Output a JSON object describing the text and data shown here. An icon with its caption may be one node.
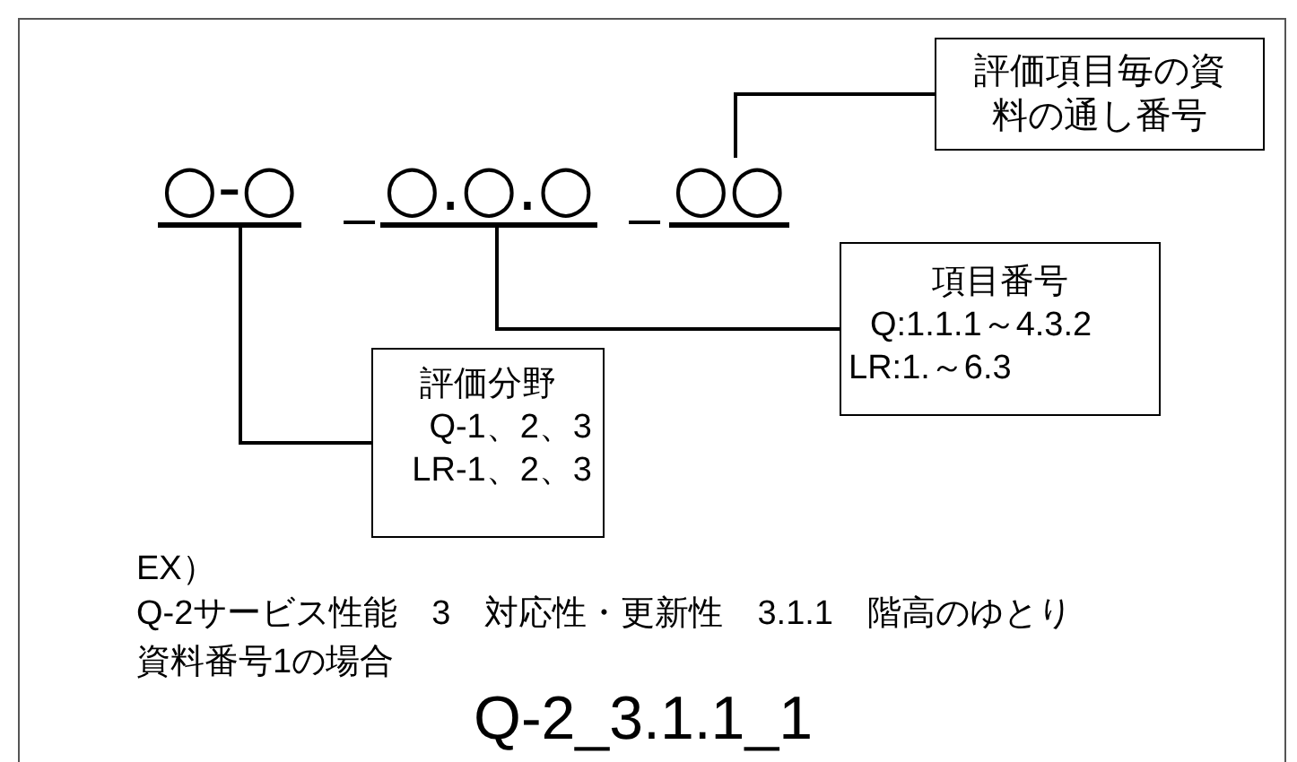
{
  "diagram": {
    "nodes": [
      {
        "text": [
          "評価項目毎の資料の通し番号"
        ]
      },
      {
        "text": [
          "○-○"
        ]
      },
      {
        "text": [
          "○.○.○"
        ]
      },
      {
        "text": [
          "○○"
        ]
      },
      {
        "text": [
          "項目番号",
          "Q:1.1.1～4.3.2",
          "LR:1.～6.3"
        ]
      },
      {
        "text": [
          "評価分野",
          "Q-1、2、3",
          "LR-1、2、3"
        ]
      }
    ],
    "edges": [
      {
        "from": 0,
        "to": 3,
        "arrow": "none"
      },
      {
        "from": 4,
        "to": 2,
        "arrow": "none"
      },
      {
        "from": 5,
        "to": 1,
        "arrow": "none"
      }
    ],
    "labels": [
      "_",
      "_",
      "EX）",
      "Q-2サービス性能　3　対応性・更新性　3.1.1　階高のゆとり",
      "資料番号1の場合",
      "Q-2_3.1.1_1"
    ]
  }
}
